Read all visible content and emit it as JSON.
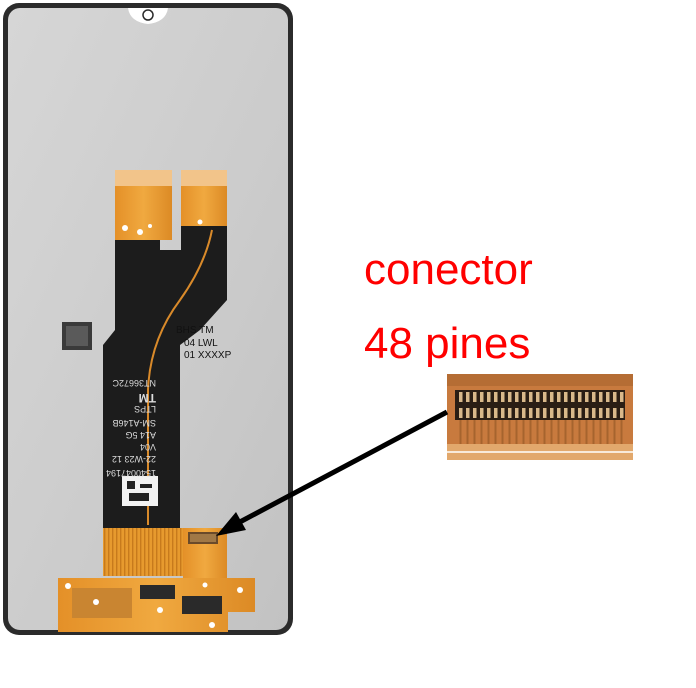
{
  "annotation": {
    "line1": "conector",
    "line2": "48 pines",
    "text_color": "#ff0000"
  },
  "flex_cable_print": {
    "lines_top": [
      "BHS TM",
      "04 LWL",
      "01 XXXXP"
    ],
    "lines_rotated": [
      "NT36672C",
      "TM",
      "LTPS",
      "SM-A146B",
      "A14 5G",
      "V04",
      "22-W23 12",
      "1540047194"
    ]
  },
  "colors": {
    "panel_back": "#cfcfcf",
    "panel_frame": "#2b2b2b",
    "flex_black": "#1c1c1c",
    "flex_orange": "#e79a2e",
    "connector_pcb": "#c87a3e",
    "arrow": "#000000"
  }
}
